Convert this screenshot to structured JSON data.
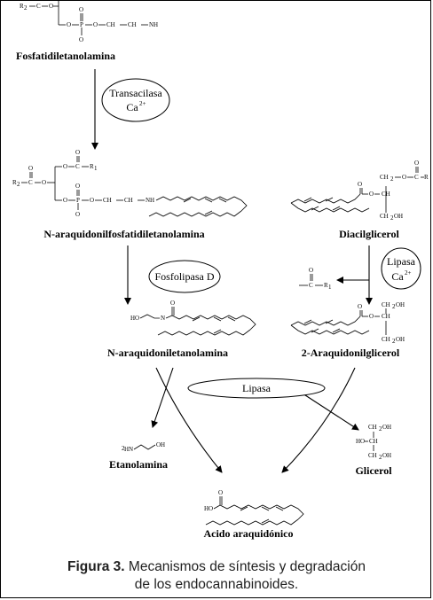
{
  "compounds": {
    "fosfatidiletanolamina": "Fosfatidiletanolamina",
    "napefosfatidil": "N-araquidonilfosfatidiletanolamina",
    "diacilglicerol": "Diacilglicerol",
    "anandamida": "N-araquidoniletanolamina",
    "dosag": "2-Araquidonilglicerol",
    "etanolamina": "Etanolamina",
    "glicerol": "Glicerol",
    "araquidonico": "Acido araquidónico"
  },
  "enzymes": {
    "transacilasa": "Transacilasa",
    "transacilasa_cofactor": "Ca",
    "fosfolipasa": "Fosfolipasa D",
    "lipasa_dag": "Lipasa",
    "lipasa_dag_cofactor": "Ca",
    "lipasa": "Lipasa"
  },
  "cofactor_charge": "2+",
  "chem_labels": {
    "r1": "R",
    "r1_sub": "1",
    "r2": "R",
    "r2_sub": "2",
    "r3": "R",
    "r3_sub": "1",
    "o": "O",
    "o_minus": "O",
    "c": "C",
    "p": "P",
    "ch2": "CH",
    "ch2_sub": "2",
    "nh2": "NH",
    "nh": "NH",
    "n": "N",
    "ho": "HO",
    "oh": "OH",
    "ch": "CH",
    "ch2oh": "CH",
    "h2n": "HN",
    "h2n_pre": "2"
  },
  "caption": {
    "figure_label": "Figura 3.",
    "line1": "Mecanismos de síntesis y degradación",
    "line2": "de los endocannabinoides."
  }
}
